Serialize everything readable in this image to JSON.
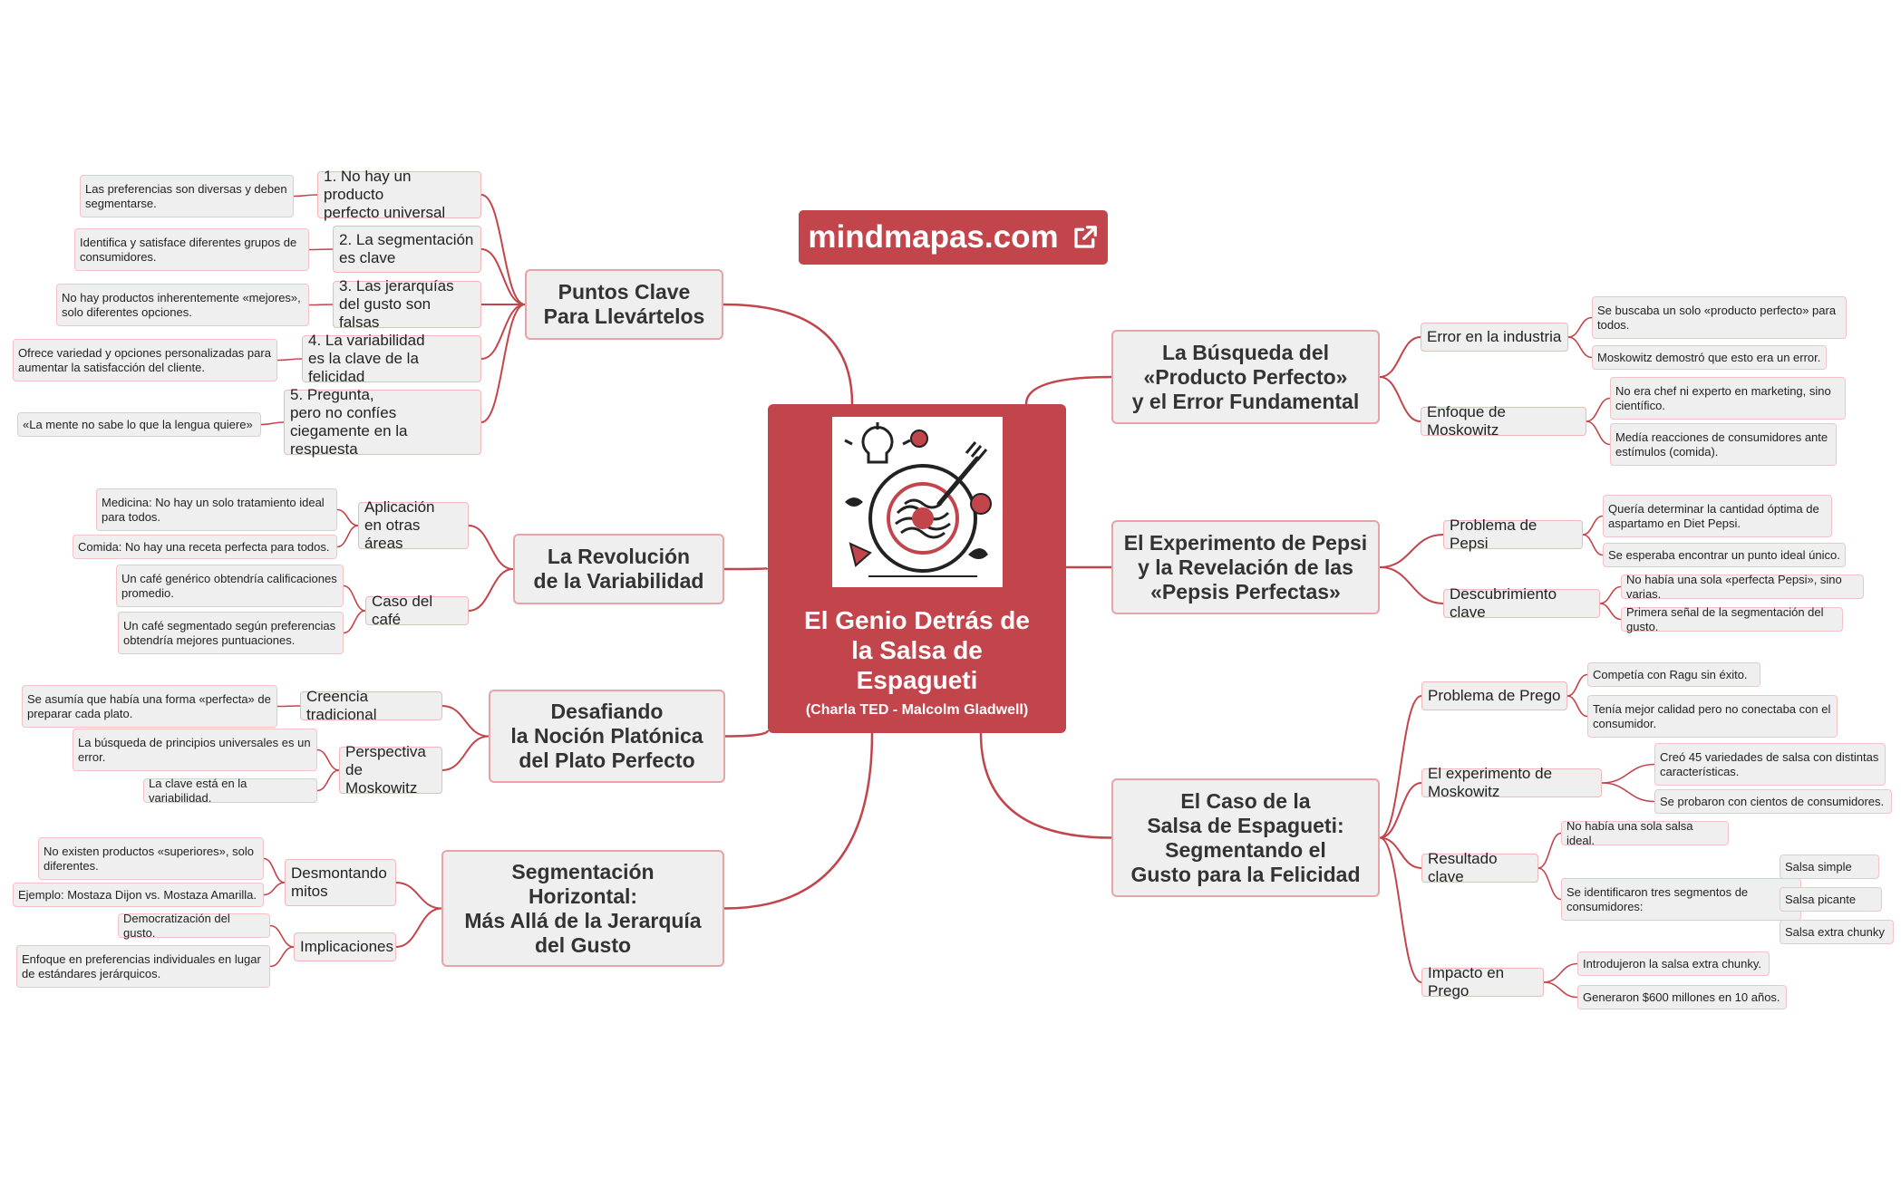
{
  "brand": {
    "text": "mindmapas.com",
    "icon": "external-link-icon"
  },
  "colors": {
    "accent": "#c3454c",
    "link": "#c3454c",
    "box": "#efefef",
    "border": "#e7a3a6"
  },
  "central": {
    "title": "El Genio Detrás de\nla Salsa de\nEspagueti",
    "subtitle": "(Charla TED - Malcolm Gladwell)",
    "image": "spaghetti-plate-illustration"
  },
  "topics": [
    {
      "label": "Puntos Clave\nPara Llevártelos",
      "children": [
        {
          "label": "1. No hay un producto\n perfecto universal",
          "children": [
            {
              "label": "Las preferencias son diversas y deben\nsegmentarse."
            }
          ]
        },
        {
          "label": "2. La segmentación\nes clave",
          "children": [
            {
              "label": "Identifica y satisface diferentes grupos de\nconsumidores."
            }
          ]
        },
        {
          "label": "3. Las jerarquías\ndel gusto son falsas",
          "children": [
            {
              "label": "No hay productos inherentemente «mejores»,\nsolo diferentes opciones."
            }
          ]
        },
        {
          "label": "4. La variabilidad\nes la clave de la felicidad",
          "children": [
            {
              "label": "Ofrece variedad y opciones personalizadas para\naumentar la satisfacción del cliente."
            }
          ]
        },
        {
          "label": "5. Pregunta,\npero no confíes\nciegamente en la respuesta",
          "children": [
            {
              "label": "«La mente no sabe lo que la lengua quiere»"
            }
          ]
        }
      ]
    },
    {
      "label": "La Revolución\nde la Variabilidad",
      "children": [
        {
          "label": "Aplicación\nen otras áreas",
          "children": [
            {
              "label": "Medicina: No hay un solo tratamiento ideal\npara todos."
            },
            {
              "label": "Comida: No hay una receta perfecta para todos."
            }
          ]
        },
        {
          "label": "Caso del café",
          "children": [
            {
              "label": "Un café genérico obtendría calificaciones\npromedio."
            },
            {
              "label": "Un café segmentado según preferencias\nobtendría mejores puntuaciones."
            }
          ]
        }
      ]
    },
    {
      "label": "Desafiando\nla Noción Platónica\ndel Plato Perfecto",
      "children": [
        {
          "label": "Creencia tradicional",
          "children": [
            {
              "label": "Se asumía que había una forma «perfecta» de\npreparar cada plato."
            }
          ]
        },
        {
          "label": "Perspectiva\nde Moskowitz",
          "children": [
            {
              "label": "La búsqueda de principios universales es un\nerror."
            },
            {
              "label": "La clave está en la variabilidad."
            }
          ]
        }
      ]
    },
    {
      "label": "Segmentación\nHorizontal:\nMás Allá de la Jerarquía\ndel Gusto",
      "children": [
        {
          "label": "Desmontando\nmitos",
          "children": [
            {
              "label": "No existen productos «superiores», solo\ndiferentes."
            },
            {
              "label": "Ejemplo: Mostaza Dijon vs. Mostaza Amarilla."
            }
          ]
        },
        {
          "label": "Implicaciones",
          "children": [
            {
              "label": "Democratización del gusto."
            },
            {
              "label": "Enfoque en preferencias individuales en lugar\nde estándares jerárquicos."
            }
          ]
        }
      ]
    },
    {
      "label": "La Búsqueda del\n«Producto Perfecto»\ny el Error Fundamental",
      "children": [
        {
          "label": "Error en la industria",
          "children": [
            {
              "label": "Se buscaba un solo «producto perfecto» para\ntodos."
            },
            {
              "label": "Moskowitz demostró que esto era un error."
            }
          ]
        },
        {
          "label": "Enfoque de Moskowitz",
          "children": [
            {
              "label": "No era chef ni experto en marketing, sino\ncientífico."
            },
            {
              "label": "Medía reacciones de consumidores ante\nestímulos (comida)."
            }
          ]
        }
      ]
    },
    {
      "label": "El Experimento de Pepsi\ny la Revelación de las\n«Pepsis Perfectas»",
      "children": [
        {
          "label": "Problema de Pepsi",
          "children": [
            {
              "label": "Quería determinar la cantidad óptima de\naspartamo en Diet Pepsi."
            },
            {
              "label": "Se esperaba encontrar un punto ideal único."
            }
          ]
        },
        {
          "label": "Descubrimiento clave",
          "children": [
            {
              "label": "No había una sola «perfecta Pepsi», sino varias."
            },
            {
              "label": "Primera señal de la segmentación del gusto."
            }
          ]
        }
      ]
    },
    {
      "label": "El Caso de la\nSalsa de Espagueti:\nSegmentando el\nGusto para la Felicidad",
      "children": [
        {
          "label": "Problema de Prego",
          "children": [
            {
              "label": "Competía con Ragu sin éxito."
            },
            {
              "label": "Tenía mejor calidad pero no conectaba con el\nconsumidor."
            }
          ]
        },
        {
          "label": "El experimento de Moskowitz",
          "children": [
            {
              "label": "Creó 45 variedades de salsa con distintas\ncaracterísticas."
            },
            {
              "label": "Se probaron con cientos de consumidores."
            }
          ]
        },
        {
          "label": "Resultado clave",
          "children": [
            {
              "label": "No había una sola salsa ideal."
            },
            {
              "label": "Se identificaron tres segmentos de\nconsumidores:",
              "children": [
                {
                  "label": "Salsa simple"
                },
                {
                  "label": "Salsa picante"
                },
                {
                  "label": "Salsa extra chunky"
                }
              ]
            }
          ]
        },
        {
          "label": "Impacto en Prego",
          "children": [
            {
              "label": "Introdujeron la salsa extra chunky."
            },
            {
              "label": "Generaron $600 millones en 10 años."
            }
          ]
        }
      ]
    }
  ]
}
